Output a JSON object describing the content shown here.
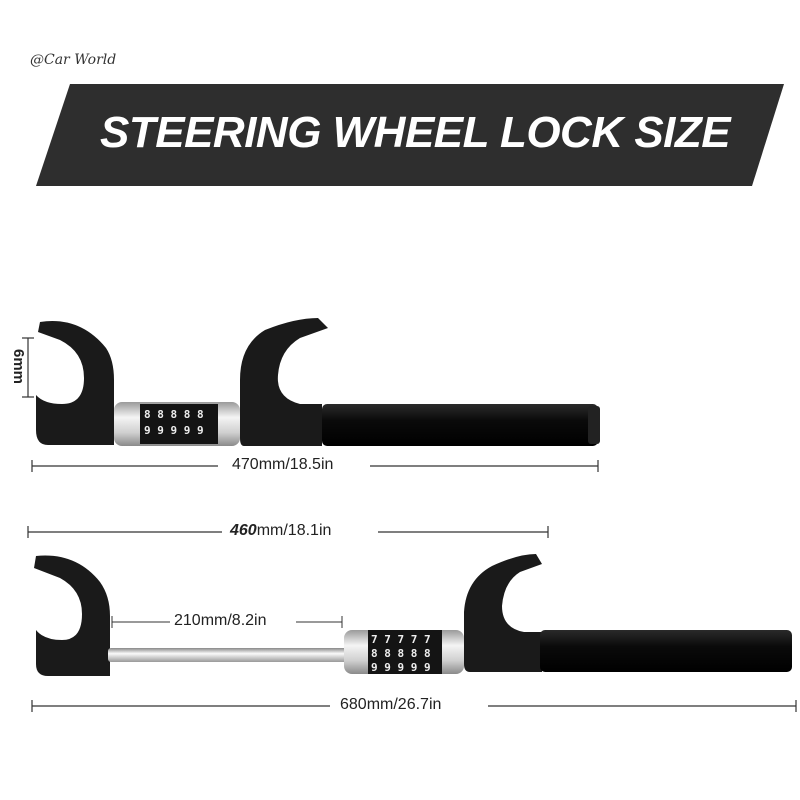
{
  "watermark": "@Car World",
  "banner": {
    "title": "STEERING WHEEL LOCK SIZE",
    "color": "#2e2e2e"
  },
  "lock_top": {
    "height_label": "6mm",
    "length_label": "470mm/18.5in",
    "dial_digits_row1": [
      "8",
      "8",
      "8",
      "8",
      "8"
    ],
    "dial_digits_row2": [
      "9",
      "9",
      "9",
      "9",
      "9"
    ]
  },
  "lock_bottom": {
    "min_length_value": "460",
    "min_length_unit": "mm/18.1in",
    "extension_label": "210mm/8.2in",
    "max_length_label": "680mm/26.7in",
    "dial_digits_row1": [
      "7",
      "7",
      "7",
      "7",
      "7"
    ],
    "dial_digits_row2": [
      "8",
      "8",
      "8",
      "8",
      "8"
    ],
    "dial_digits_row3": [
      "9",
      "9",
      "9",
      "9",
      "9"
    ]
  },
  "colors": {
    "body": "#1a1a1a",
    "grip": "#0d0d0d",
    "chrome": "#d9d9d9",
    "line": "#333333"
  }
}
